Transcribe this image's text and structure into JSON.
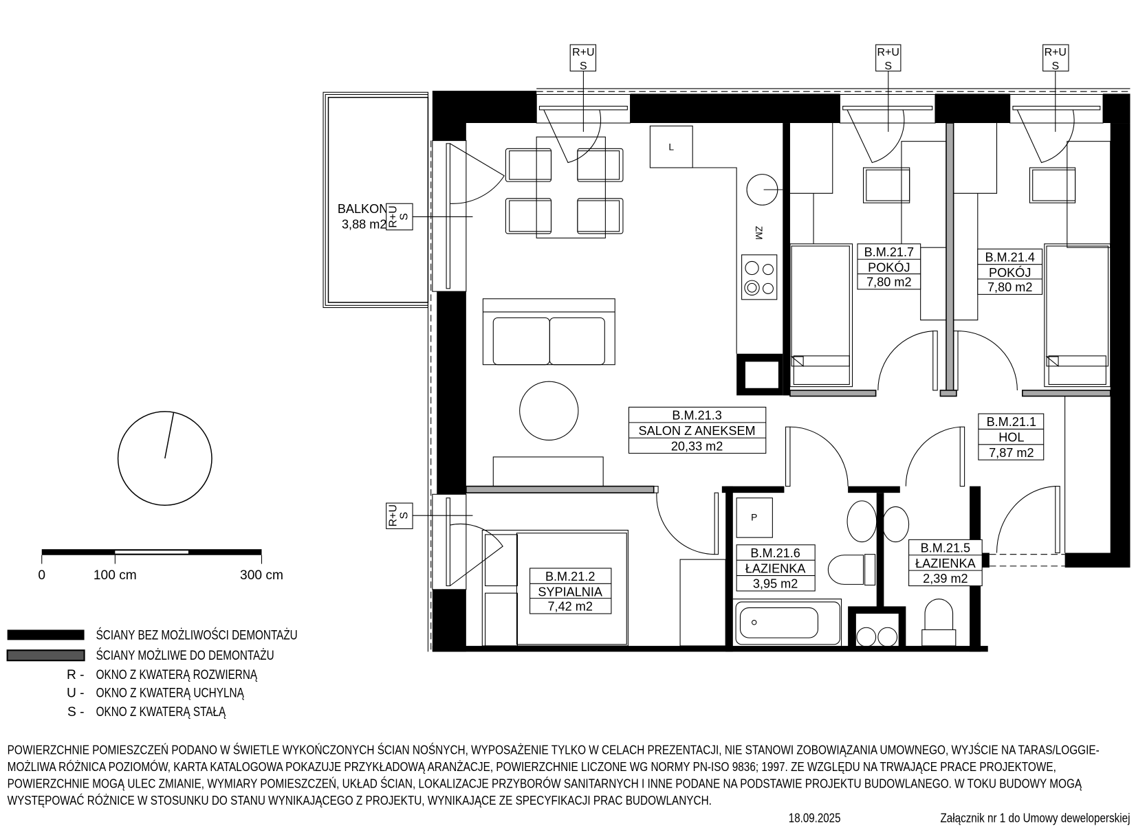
{
  "rooms": [
    {
      "id": "B.M.21.3",
      "name": "SALON Z ANEKSEM",
      "area": "20,33 m2"
    },
    {
      "id": "B.M.21.7",
      "name": "POKÓJ",
      "area": "7,80 m2"
    },
    {
      "id": "B.M.21.4",
      "name": "POKÓJ",
      "area": "7,80 m2"
    },
    {
      "id": "B.M.21.1",
      "name": "HOL",
      "area": "7,87 m2"
    },
    {
      "id": "B.M.21.2",
      "name": "SYPIALNIA",
      "area": "7,42 m2"
    },
    {
      "id": "B.M.21.6",
      "name": "ŁAZIENKA",
      "area": "3,95 m2"
    },
    {
      "id": "B.M.21.5",
      "name": "ŁAZIENKA",
      "area": "2,39 m2"
    }
  ],
  "balcony": {
    "name": "BALKON",
    "area": "3,88 m2"
  },
  "window_mark": {
    "top": "R+U",
    "bottom": "S"
  },
  "fixtures": {
    "fridge": "L",
    "dishwasher": "ZM",
    "washer": "P"
  },
  "scale": {
    "zero": "0",
    "mid": "100 cm",
    "end": "300 cm"
  },
  "legend": {
    "fixed_walls": "ŚCIANY BEZ MOŻLIWOŚCI DEMONTAŻU",
    "removable_walls": "ŚCIANY MOŻLIWE DO DEMONTAŻU",
    "items": [
      {
        "key": "R -",
        "text": "OKNO Z KWATERĄ ROZWIERNĄ"
      },
      {
        "key": "U -",
        "text": "OKNO Z KWATERĄ UCHYLNĄ"
      },
      {
        "key": "S -",
        "text": "OKNO Z KWATERĄ STAŁĄ"
      }
    ]
  },
  "notes": [
    "POWIERZCHNIE POMIESZCZEŃ PODANO W ŚWIETLE WYKOŃCZONYCH ŚCIAN NOŚNYCH, WYPOSAŻENIE TYLKO W CELACH PREZENTACJI, NIE STANOWI ZOBOWIĄZANIA UMOWNEGO, WYJŚCIE NA TARAS/LOGGIE-",
    "MOŻLIWA RÓŻNICA POZIOMÓW, KARTA KATALOGOWA POKAZUJE PRZYKŁADOWĄ ARANŻACJE, POWIERZCHNIE LICZONE WG NORMY PN-ISO 9836; 1997. ZE WZGLĘDU NA TRWAJĄCE PRACE PROJEKTOWE,",
    "POWIERZCHNIE MOGĄ ULEC ZMIANIE, WYMIARY POMIESZCZEŃ, UKŁAD ŚCIAN, LOKALIZACJE PRZYBORÓW SANITARNYCH I INNE PODANE NA PODSTAWIE PROJEKTU BUDOWLANEGO. W TOKU BUDOWY MOGĄ",
    "WYSTĘPOWAĆ RÓŻNICE W STOSUNKU DO STANU WYNIKAJĄCEGO Z PROJEKTU, WYNIKAJĄCE ZE SPECYFIKACJI PRAC BUDOWLANYCH."
  ],
  "date": "18.09.2025",
  "annex": "Załącznik nr 1 do Umowy deweloperskiej",
  "colors": {
    "fixed_wall": "#000000",
    "removable_wall": "#a9a9a9",
    "legend_removable": "#555555"
  }
}
